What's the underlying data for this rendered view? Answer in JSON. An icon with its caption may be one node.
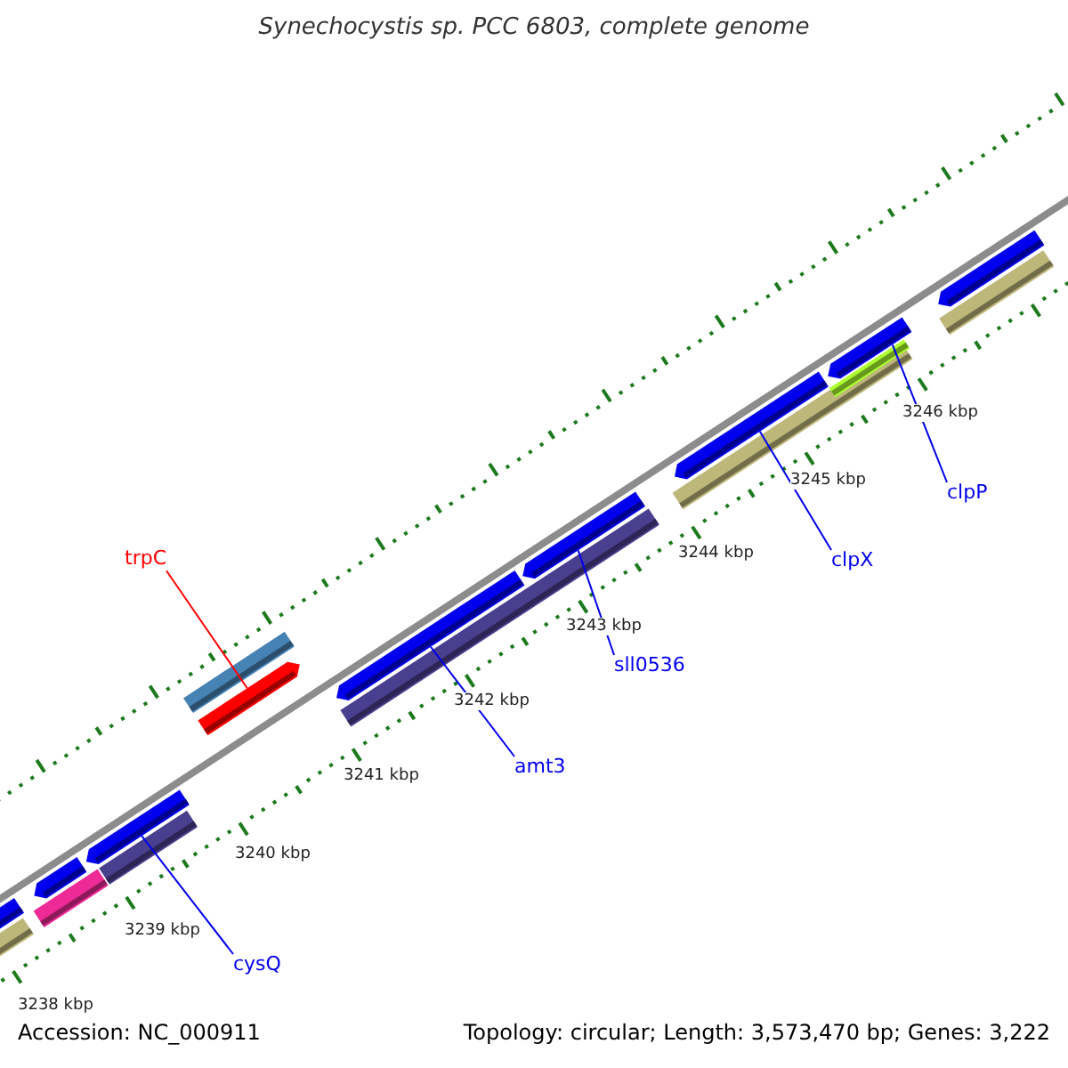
{
  "diagram": {
    "title": "Synechocystis sp. PCC 6803, complete genome",
    "nodes": [
      {
        "text": [
          "trpC"
        ]
      },
      {
        "text": [
          "sll0536"
        ]
      },
      {
        "text": [
          "amt3"
        ]
      },
      {
        "text": [
          "clpX"
        ]
      },
      {
        "text": [
          "clpP"
        ]
      },
      {
        "text": [
          "cysQ"
        ]
      },
      {
        "text": [],
        "shape": "bar"
      },
      {
        "text": [],
        "shape": "bar"
      },
      {
        "text": [],
        "shape": "bar"
      },
      {
        "text": [],
        "shape": "bar"
      },
      {
        "text": [],
        "shape": "bar"
      },
      {
        "text": [],
        "shape": "bar"
      },
      {
        "text": [],
        "shape": "bar"
      },
      {
        "text": [],
        "shape": "bar"
      },
      {
        "text": [],
        "shape": "bar"
      },
      {
        "text": [],
        "shape": "bar"
      },
      {
        "text": [],
        "shape": "bar"
      },
      {
        "text": [],
        "shape": "bar"
      },
      {
        "text": [],
        "shape": "bar"
      },
      {
        "text": [],
        "shape": "bar",
        "in": 17
      },
      {
        "text": [],
        "shape": "bar"
      },
      {
        "text": [],
        "shape": "bar"
      },
      {
        "text": [],
        "shape": "bar"
      }
    ],
    "edges": [
      {
        "from": 0,
        "to": 13,
        "arrow": "none",
        "color": "#ff0000"
      },
      {
        "from": 1,
        "to": 16,
        "arrow": "none"
      },
      {
        "from": 2,
        "to": 15,
        "arrow": "none"
      },
      {
        "from": 3,
        "to": 18,
        "arrow": "none"
      },
      {
        "from": 4,
        "to": 20,
        "arrow": "none"
      },
      {
        "from": 5,
        "to": 10,
        "arrow": "none"
      }
    ],
    "labels": [
      "3246 kbp",
      "3245 kbp",
      "3244 kbp",
      "3243 kbp",
      "3242 kbp",
      "3241 kbp",
      "3240 kbp",
      "3239 kbp",
      "3238 kbp",
      "Accession: NC_000911",
      "Topology: circular; Length: 3,573,470 bp; Genes: 3,222"
    ]
  }
}
